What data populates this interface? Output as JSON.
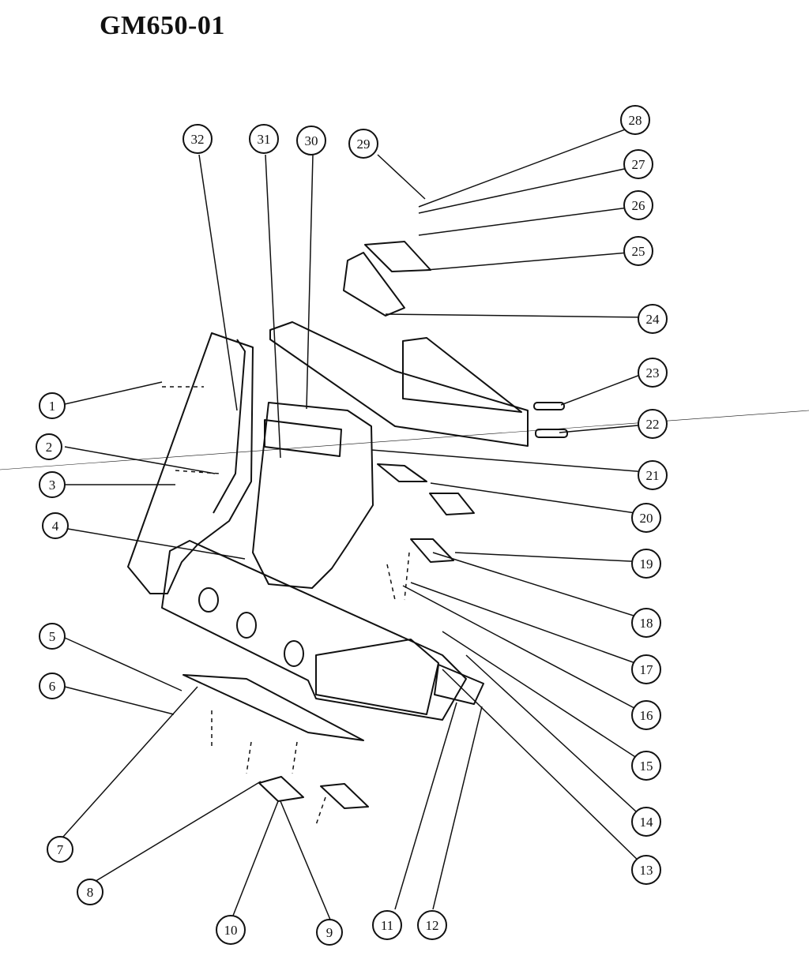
{
  "title": "GM650-01",
  "callouts": [
    {
      "id": "1",
      "label": "1"
    },
    {
      "id": "2",
      "label": "2"
    },
    {
      "id": "3",
      "label": "3"
    },
    {
      "id": "4",
      "label": "4"
    },
    {
      "id": "5",
      "label": "5"
    },
    {
      "id": "6",
      "label": "6"
    },
    {
      "id": "7",
      "label": "7"
    },
    {
      "id": "8",
      "label": "8"
    },
    {
      "id": "9",
      "label": "9"
    },
    {
      "id": "10",
      "label": "10"
    },
    {
      "id": "11",
      "label": "11"
    },
    {
      "id": "12",
      "label": "12"
    },
    {
      "id": "13",
      "label": "13"
    },
    {
      "id": "14",
      "label": "14"
    },
    {
      "id": "15",
      "label": "15"
    },
    {
      "id": "16",
      "label": "16"
    },
    {
      "id": "17",
      "label": "17"
    },
    {
      "id": "18",
      "label": "18"
    },
    {
      "id": "19",
      "label": "19"
    },
    {
      "id": "20",
      "label": "20"
    },
    {
      "id": "21",
      "label": "21"
    },
    {
      "id": "22",
      "label": "22"
    },
    {
      "id": "23",
      "label": "23"
    },
    {
      "id": "24",
      "label": "24"
    },
    {
      "id": "25",
      "label": "25"
    },
    {
      "id": "26",
      "label": "26"
    },
    {
      "id": "27",
      "label": "27"
    },
    {
      "id": "28",
      "label": "28"
    },
    {
      "id": "29",
      "label": "29"
    },
    {
      "id": "30",
      "label": "30"
    },
    {
      "id": "31",
      "label": "31"
    },
    {
      "id": "32",
      "label": "32"
    }
  ],
  "colors": {
    "ink": "#111111",
    "paper": "#ffffff"
  }
}
